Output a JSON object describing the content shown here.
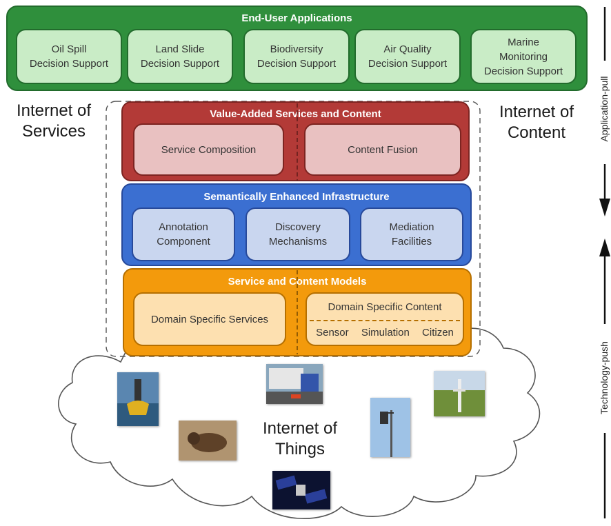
{
  "colors": {
    "green_dark": "#2f8f3c",
    "green_light": "#c9ecc6",
    "red_dark": "#b33a37",
    "red_light": "#e9c1c1",
    "blue_dark": "#3b6fd1",
    "blue_light": "#c9d6ef",
    "orange_dark": "#f39a0c",
    "orange_light": "#fde0b0"
  },
  "end_user": {
    "title": "End-User Applications",
    "apps": [
      {
        "line1": "Oil Spill",
        "line2": "Decision Support",
        "line3": ""
      },
      {
        "line1": "Land Slide",
        "line2": "Decision Support",
        "line3": ""
      },
      {
        "line1": "Biodiversity",
        "line2": "Decision Support",
        "line3": ""
      },
      {
        "line1": "Air Quality",
        "line2": "Decision Support",
        "line3": ""
      },
      {
        "line1": "Marine",
        "line2": "Monitoring",
        "line3": "Decision Support"
      }
    ]
  },
  "internet_of_services": {
    "line1": "Internet of",
    "line2": "Services"
  },
  "internet_of_content": {
    "line1": "Internet of",
    "line2": "Content"
  },
  "value_added": {
    "title": "Value-Added Services and Content",
    "left": "Service Composition",
    "right": "Content Fusion"
  },
  "semantic": {
    "title": "Semantically Enhanced Infrastructure",
    "items": [
      {
        "line1": "Annotation",
        "line2": "Component"
      },
      {
        "line1": "Discovery",
        "line2": "Mechanisms"
      },
      {
        "line1": "Mediation",
        "line2": "Facilities"
      }
    ]
  },
  "models": {
    "title": "Service and Content Models",
    "left": "Domain Specific Services",
    "right_title": "Domain Specific Content",
    "right_items": [
      "Sensor",
      "Simulation",
      "Citizen"
    ]
  },
  "internet_of_things": {
    "line1": "Internet of",
    "line2": "Things"
  },
  "axis": {
    "top": "Application-pull",
    "bottom": "Technology-push"
  },
  "icons": [
    "buoy-photo",
    "seal-photo",
    "ship-photo",
    "satellite-photo",
    "weather-station-photo",
    "field-sensor-photo"
  ]
}
